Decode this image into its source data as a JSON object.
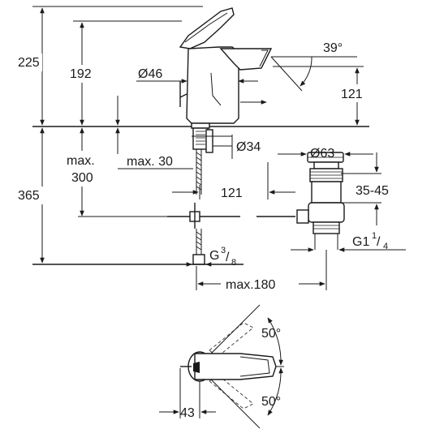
{
  "dimensions": {
    "overall_height": "225",
    "spout_height": "192",
    "spout_diameter": "Ø46",
    "spout_angle": "39°",
    "spout_reach": "121",
    "base_diameter": "Ø34",
    "max_30": "max. 30",
    "max_300_line1": "max.",
    "max_300_line2": "300",
    "below_counter": "365",
    "waste_diameter": "Ø63",
    "waste_range": "35-45",
    "waste_reach": "121",
    "connection_prefix": "G",
    "connection_num": "3",
    "connection_den": "8",
    "waste_thread_prefix": "G1",
    "waste_thread_num": "1",
    "waste_thread_den": "4",
    "max_180": "max.180",
    "swivel_top": "50°",
    "swivel_bottom": "50°",
    "lever_offset": "43"
  }
}
